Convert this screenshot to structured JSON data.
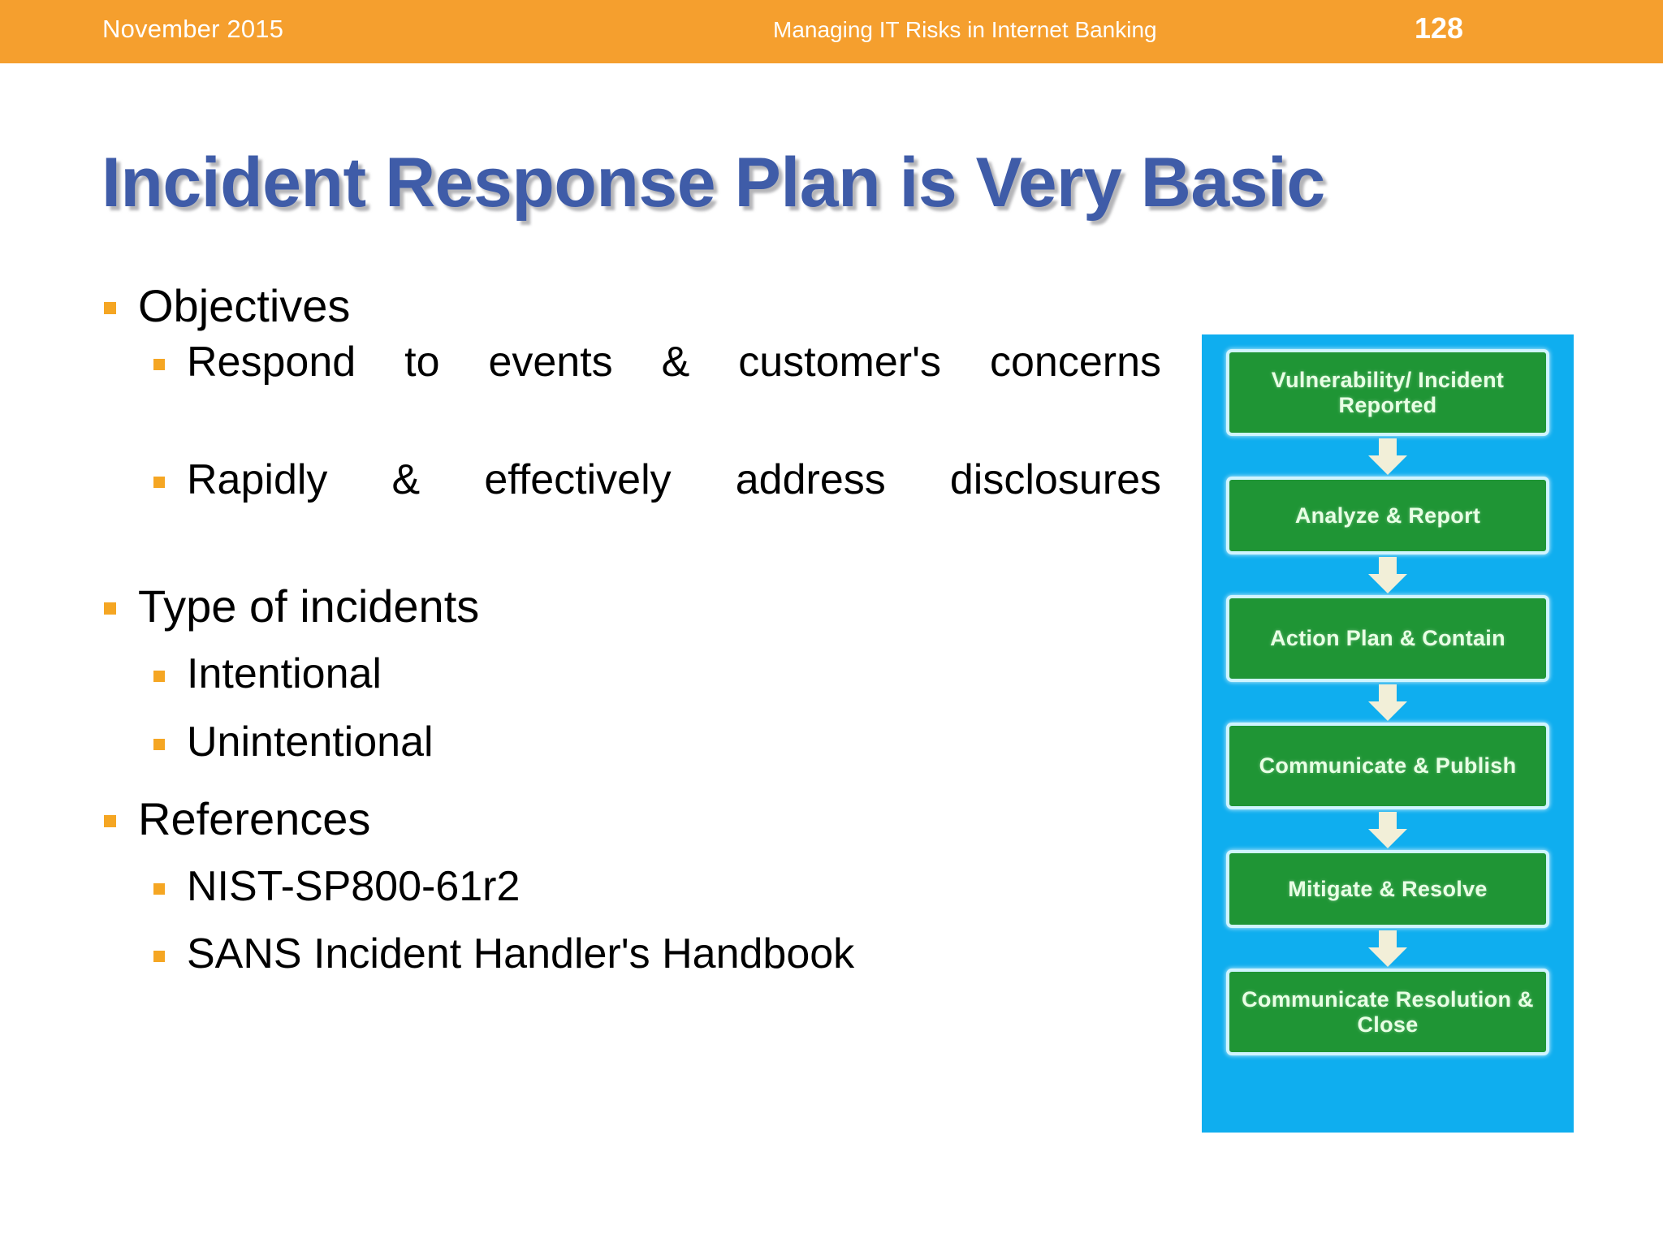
{
  "header": {
    "date": "November 2015",
    "deck_title": "Managing IT Risks in Internet Banking",
    "page_number": "128",
    "bar_color": "#F59F2E"
  },
  "slide": {
    "title": "Incident Response Plan is Very Basic",
    "title_color": "#3F5CA8"
  },
  "bullets": {
    "marker_color": "#F5A623",
    "items": [
      {
        "level": 1,
        "text": "Objectives"
      },
      {
        "level": 2,
        "text": "Respond to events & customer's concerns"
      },
      {
        "level": 2,
        "text": "Rapidly & effectively address disclosures"
      },
      {
        "level": 1,
        "text": "Type of incidents"
      },
      {
        "level": 2,
        "text": "Intentional"
      },
      {
        "level": 2,
        "text": "Unintentional"
      },
      {
        "level": 1,
        "text": "References"
      },
      {
        "level": 2,
        "text": "NIST-SP800-61r2"
      },
      {
        "level": 2,
        "text": "SANS Incident Handler's Handbook"
      }
    ]
  },
  "flow_diagram": {
    "panel_color": "#0FAEEF",
    "box_fill": "#1F9535",
    "box_border": "#CFF4FF",
    "arrow_color": "#F2EFD8",
    "steps": [
      "Vulnerability/ Incident Reported",
      "Analyze & Report",
      "Action Plan & Contain",
      "Communicate & Publish",
      "Mitigate & Resolve",
      "Communicate Resolution & Close"
    ]
  }
}
